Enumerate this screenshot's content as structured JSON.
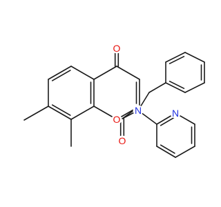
{
  "molecule": {
    "colors": {
      "bond": "#1a1a1a",
      "oxygen": "#e8140f",
      "nitrogen": "#1f30e0",
      "background": "#ffffff"
    },
    "atom_labels": {
      "ketone_oxygen": "O",
      "ring_oxygen": "O",
      "amide_oxygen": "O",
      "amide_nitrogen": "N",
      "pyridine_nitrogen": "N"
    }
  }
}
